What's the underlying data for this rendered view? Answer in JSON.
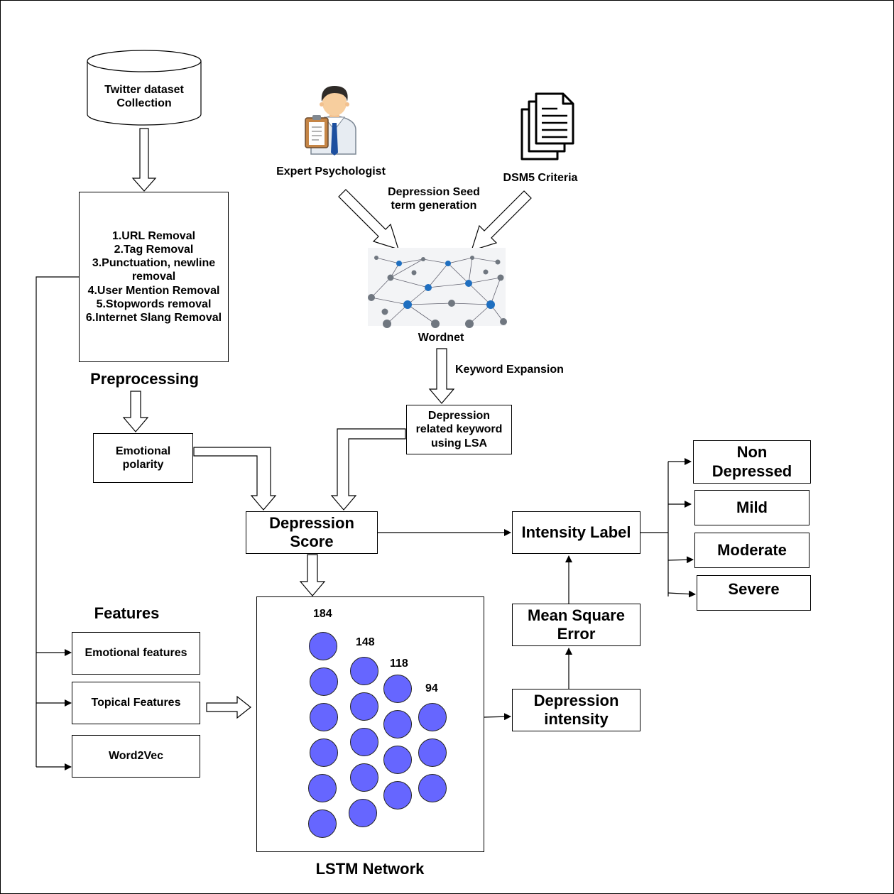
{
  "dataset": {
    "label": "Twitter dataset\nCollection"
  },
  "preprocessing": {
    "steps": "1.URL Removal\n2.Tag Removal\n3.Punctuation, newline removal\n4.User Mention Removal\n5.Stopwords removal\n6.Internet Slang Removal",
    "title": "Preprocessing"
  },
  "expert": {
    "label": "Expert Psychologist"
  },
  "dsm": {
    "label": "DSM5 Criteria"
  },
  "seed": {
    "label": "Depression Seed\nterm generation"
  },
  "wordnet": {
    "label": "Wordnet"
  },
  "expansion": {
    "label": "Keyword Expansion"
  },
  "lsa": {
    "label": "Depression\nrelated keyword\nusing LSA"
  },
  "emotional_polarity": {
    "label": "Emotional\npolarity"
  },
  "depression_score": {
    "label": "Depression\nScore"
  },
  "intensity_label": {
    "label": "Intensity Label"
  },
  "outputs": [
    "Non\nDepressed",
    "Mild",
    "Moderate",
    "Severe"
  ],
  "features": {
    "title": "Features",
    "items": [
      "Emotional features",
      "Topical Features",
      "Word2Vec"
    ]
  },
  "lstm": {
    "title": "LSTM Network",
    "layer_counts": [
      "184",
      "148",
      "118",
      "94"
    ],
    "node_color": "#6666ff"
  },
  "mse": {
    "label": "Mean Square\nError"
  },
  "depression_intensity": {
    "label": "Depression\nintensity"
  },
  "icons": [
    "doctor-icon",
    "documents-icon",
    "network-graph-icon",
    "database-cylinder-icon"
  ]
}
